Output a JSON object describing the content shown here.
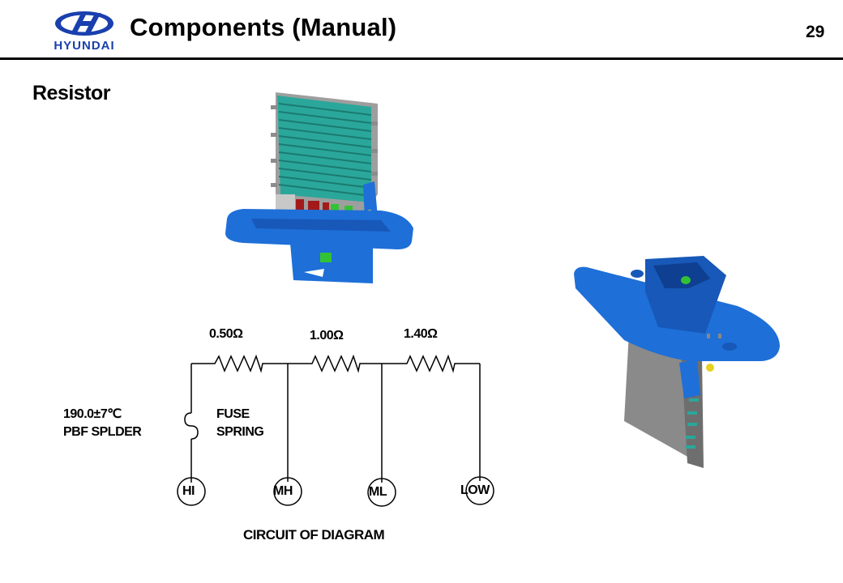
{
  "header": {
    "brand": "HYUNDAI",
    "title": "Components (Manual)",
    "page_number": "29"
  },
  "section": {
    "title": "Resistor"
  },
  "images": [
    {
      "name": "resistor-front-3d-render",
      "icon": "blower-resistor-assembly-front"
    },
    {
      "name": "resistor-rear-3d-render",
      "icon": "blower-resistor-assembly-rear"
    }
  ],
  "circuit": {
    "caption": "CIRCUIT OF DIAGRAM",
    "resistors": [
      {
        "label": "0.50Ω"
      },
      {
        "label": "1.00Ω"
      },
      {
        "label": "1.40Ω"
      }
    ],
    "fuse": {
      "spec_line1": "190.0±7℃",
      "spec_line2": "PBF SPLDER",
      "type_line1": "FUSE",
      "type_line2": "SPRING"
    },
    "terminals": [
      {
        "label": "HI"
      },
      {
        "label": "MH"
      },
      {
        "label": "ML"
      },
      {
        "label": "LOW"
      }
    ]
  },
  "colors": {
    "brand_blue": "#1a3fae",
    "plastic_blue": "#1e6fd8",
    "heatsink_teal": "#2aa79a",
    "metal_gray": "#9a9a9a"
  }
}
